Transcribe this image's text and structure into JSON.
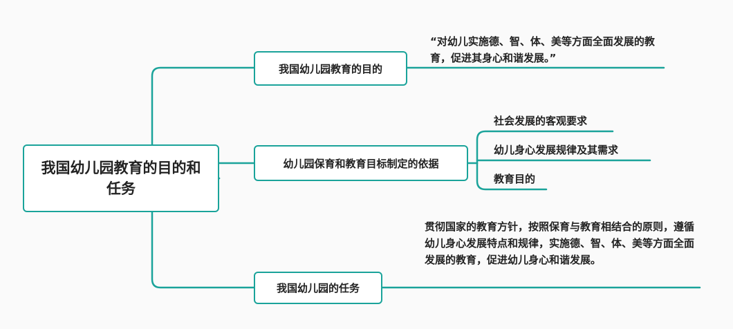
{
  "root": {
    "title": "我国幼儿园教育的目的和任务"
  },
  "branches": [
    {
      "label": "我国幼儿园教育的目的",
      "children": [
        "“对幼儿实施德、智、体、美等方面全面发展的教育，促进其身心和谐发展。”"
      ]
    },
    {
      "label": "幼儿园保育和教育目标制定的依据",
      "children": [
        "社会发展的客观要求",
        "幼儿身心发展规律及其需求",
        "教育目的"
      ]
    },
    {
      "label": "我国幼儿园的任务",
      "children": [
        "贯彻国家的教育方针，按照保育与教育相结合的原则，遵循幼儿身心发展特点和规律，实施德、智、体、美等方面全面发展的教育，促进幼儿身心和谐发展。"
      ]
    }
  ],
  "colors": {
    "line": "#1aa39a",
    "text": "#222222",
    "background": "#fafafa"
  }
}
